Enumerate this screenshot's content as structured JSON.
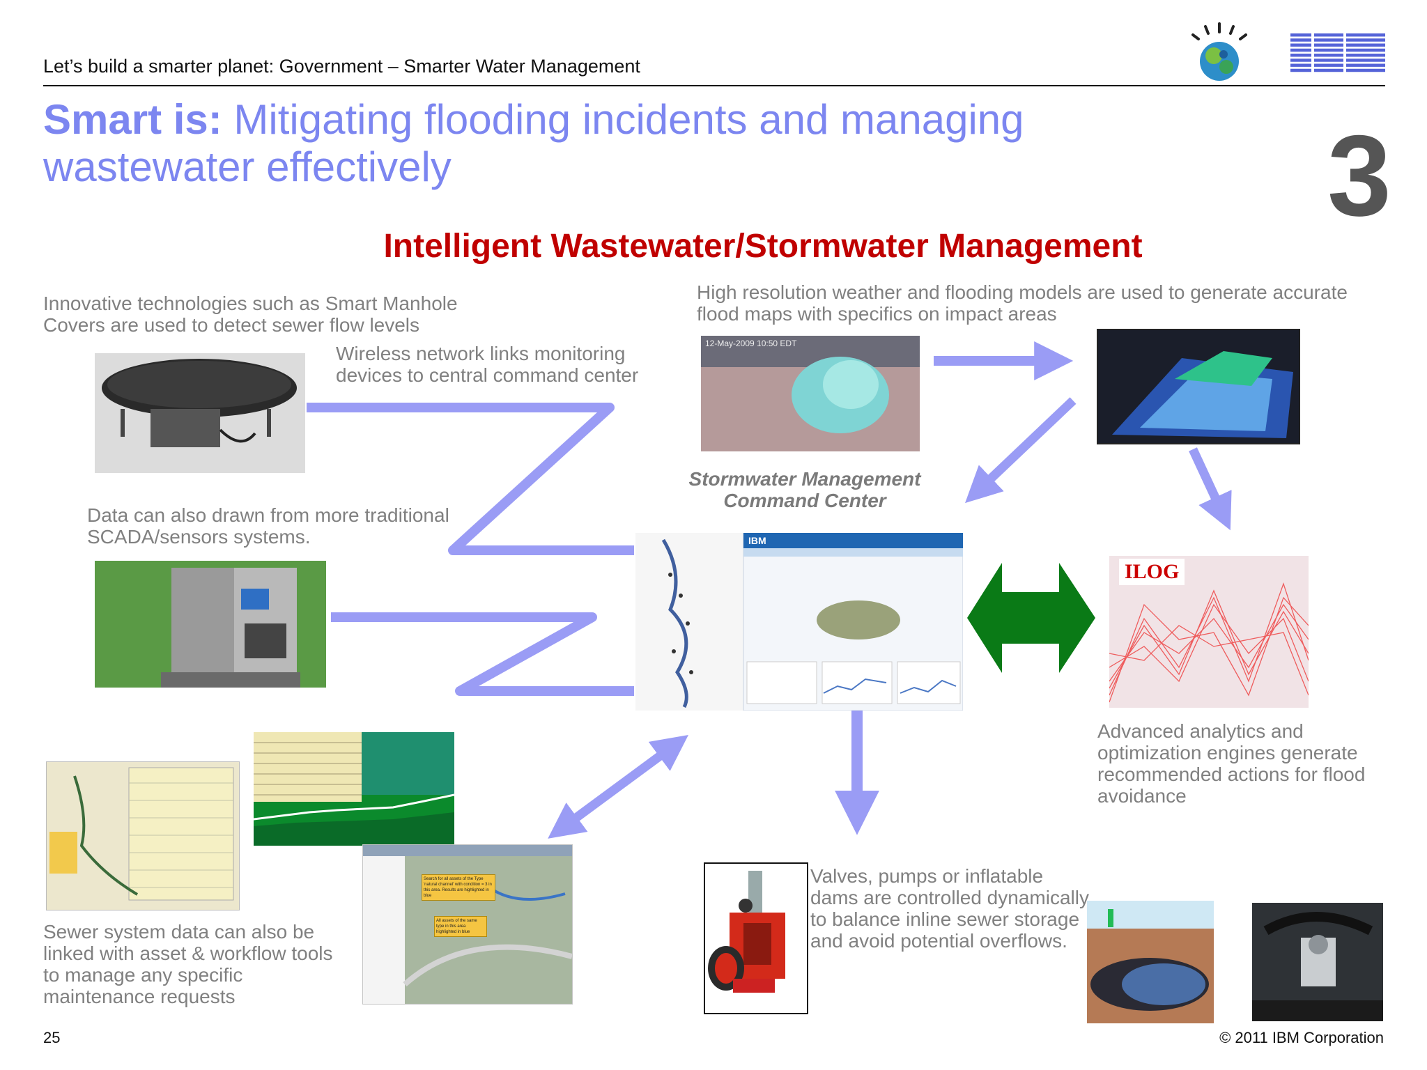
{
  "header": {
    "text": "Let’s build a smarter planet: Government – Smarter Water Management",
    "logo_text": "IBM"
  },
  "title": {
    "bold": "Smart is:",
    "rest": " Mitigating flooding incidents and managing wastewater effectively"
  },
  "slide_number_big": "3",
  "subtitle": "Intelligent Wastewater/Stormwater Management",
  "captions": {
    "manhole": "Innovative technologies such as Smart Manhole Covers are used to detect sewer flow levels",
    "wireless": "Wireless network links monitoring devices to central command center",
    "weather": "High resolution weather and flooding models are used to generate accurate flood maps with specifics on impact areas",
    "scada": "Data can also drawn from more traditional SCADA/sensors systems.",
    "center_line1": "Stormwater Management",
    "center_line2": "Command Center",
    "analytics": "Advanced analytics and optimization engines generate recommended actions for flood avoidance",
    "sewer": "Sewer system data can also be linked with asset & workflow tools to manage any specific maintenance requests",
    "valves": "Valves, pumps or inflatable dams are controlled dynamically to balance inline sewer storage and avoid potential overflows."
  },
  "screens": {
    "ibm_tab": "IBM",
    "ilog_logo": "ILOG",
    "weather_stamp": "12-May-2009 10:50 EDT",
    "note1": "Search for all assets of the Type 'natural channel' with condition = 3 in this area. Results are highlighted in blue",
    "note2": "All assets of the same type in this area highlighted in blue"
  },
  "footer": {
    "page": "25",
    "copyright": "© 2011 IBM Corporation"
  },
  "colors": {
    "title": "#7c86f0",
    "subtitle": "#c00000",
    "arrow": "#9a9cf5",
    "green_arrow": "#0a7a16"
  }
}
